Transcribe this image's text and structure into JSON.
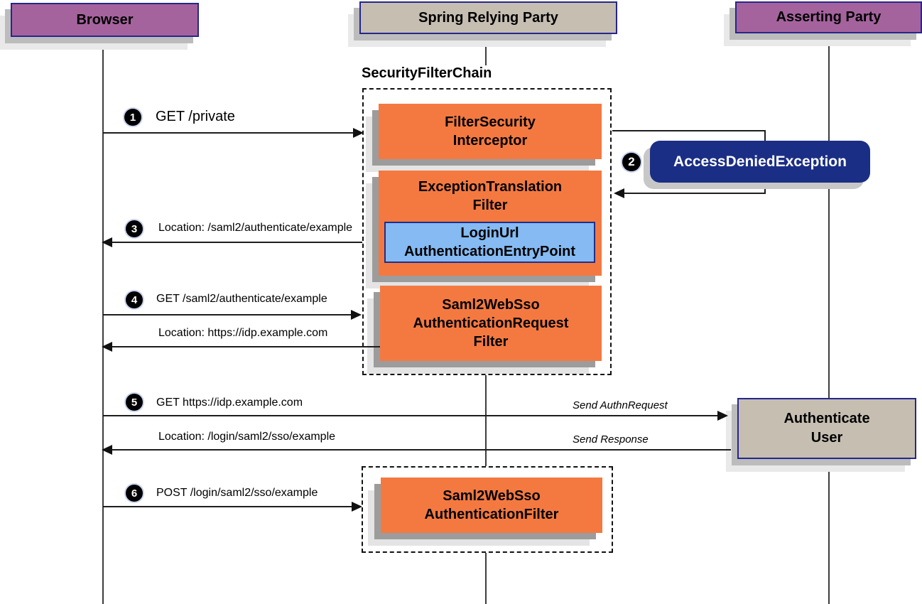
{
  "actors": {
    "browser": {
      "label": "Browser"
    },
    "relying_party": {
      "label": "Spring Relying Party"
    },
    "asserting_party": {
      "label": "Asserting Party"
    }
  },
  "security_filter_chain": {
    "title": "SecurityFilterChain",
    "filter_security_interceptor": {
      "line1": "FilterSecurity",
      "line2": "Interceptor"
    },
    "exception_translation_filter": {
      "line1": "ExceptionTranslation",
      "line2": "Filter"
    },
    "login_url_authentication_entry_point": {
      "line1": "LoginUrl",
      "line2": "AuthenticationEntryPoint"
    },
    "saml2_authentication_request_filter": {
      "line1": "Saml2WebSso",
      "line2": "AuthenticationRequest",
      "line3": "Filter"
    }
  },
  "saml2_sso_chain": {
    "saml2_authentication_filter": {
      "line1": "Saml2WebSso",
      "line2": "AuthenticationFilter"
    }
  },
  "exception": {
    "step": "2",
    "label": "AccessDeniedException"
  },
  "authenticate_user": {
    "line1": "Authenticate",
    "line2": "User"
  },
  "messages": {
    "m1": {
      "step": "1",
      "label": "GET /private"
    },
    "m3": {
      "step": "3",
      "label": "Location: /saml2/authenticate/example"
    },
    "m4": {
      "step": "4",
      "label": "GET /saml2/authenticate/example"
    },
    "m4b": {
      "label": "Location: https://idp.example.com"
    },
    "m5": {
      "step": "5",
      "label": "GET https://idp.example.com"
    },
    "m5_note": "Send AuthnRequest",
    "m5b": {
      "label": "Location: /login/saml2/sso/example"
    },
    "m5b_note": "Send Response",
    "m6": {
      "step": "6",
      "label": "POST /login/saml2/sso/example"
    }
  },
  "colors": {
    "actor_purple": "#a5639e",
    "actor_tan": "#c5beb1",
    "filter_orange": "#f47941",
    "entry_point_blue": "#85baf2",
    "exception_navy": "#1b2e85",
    "border_navy": "#26268c"
  }
}
